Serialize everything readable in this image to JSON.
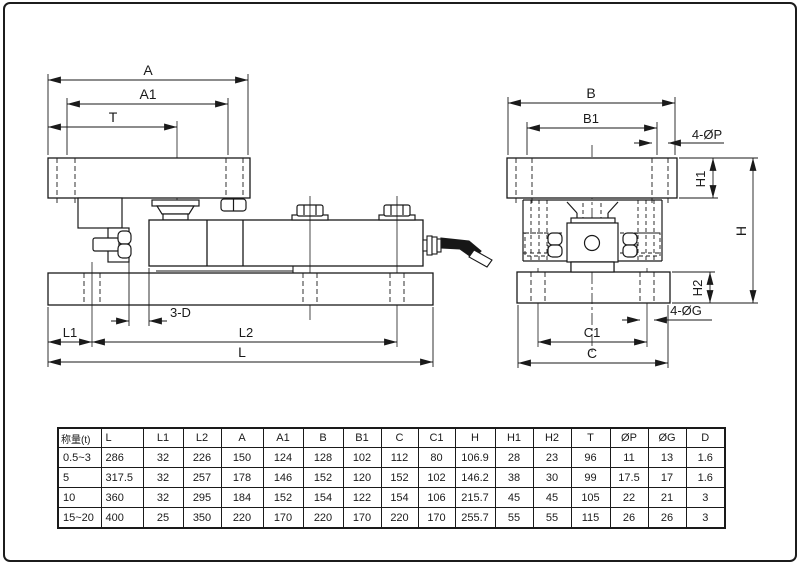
{
  "drawing": {
    "left_view_labels": {
      "A": "A",
      "A1": "A1",
      "T": "T",
      "gap": "3-D",
      "L1": "L1",
      "L2": "L2",
      "L": "L"
    },
    "right_view_labels": {
      "B": "B",
      "B1": "B1",
      "holes_top": "4-ØP",
      "H1": "H1",
      "H": "H",
      "H2": "H2",
      "holes_bottom": "4-ØG",
      "C1": "C1",
      "C": "C"
    },
    "line_color": "#1a1a1a"
  },
  "table": {
    "headers": [
      "称量(t)",
      "L",
      "L1",
      "L2",
      "A",
      "A1",
      "B",
      "B1",
      "C",
      "C1",
      "H",
      "H1",
      "H2",
      "T",
      "ØP",
      "ØG",
      "D"
    ],
    "rows": [
      [
        "0.5~3",
        "286",
        "32",
        "226",
        "150",
        "124",
        "128",
        "102",
        "112",
        "80",
        "106.9",
        "28",
        "23",
        "96",
        "11",
        "13",
        "1.6"
      ],
      [
        "5",
        "317.5",
        "32",
        "257",
        "178",
        "146",
        "152",
        "120",
        "152",
        "102",
        "146.2",
        "38",
        "30",
        "99",
        "17.5",
        "17",
        "1.6"
      ],
      [
        "10",
        "360",
        "32",
        "295",
        "184",
        "152",
        "154",
        "122",
        "154",
        "106",
        "215.7",
        "45",
        "45",
        "105",
        "22",
        "21",
        "3"
      ],
      [
        "15~20",
        "400",
        "25",
        "350",
        "220",
        "170",
        "220",
        "170",
        "220",
        "170",
        "255.7",
        "55",
        "55",
        "115",
        "26",
        "26",
        "3"
      ]
    ]
  }
}
